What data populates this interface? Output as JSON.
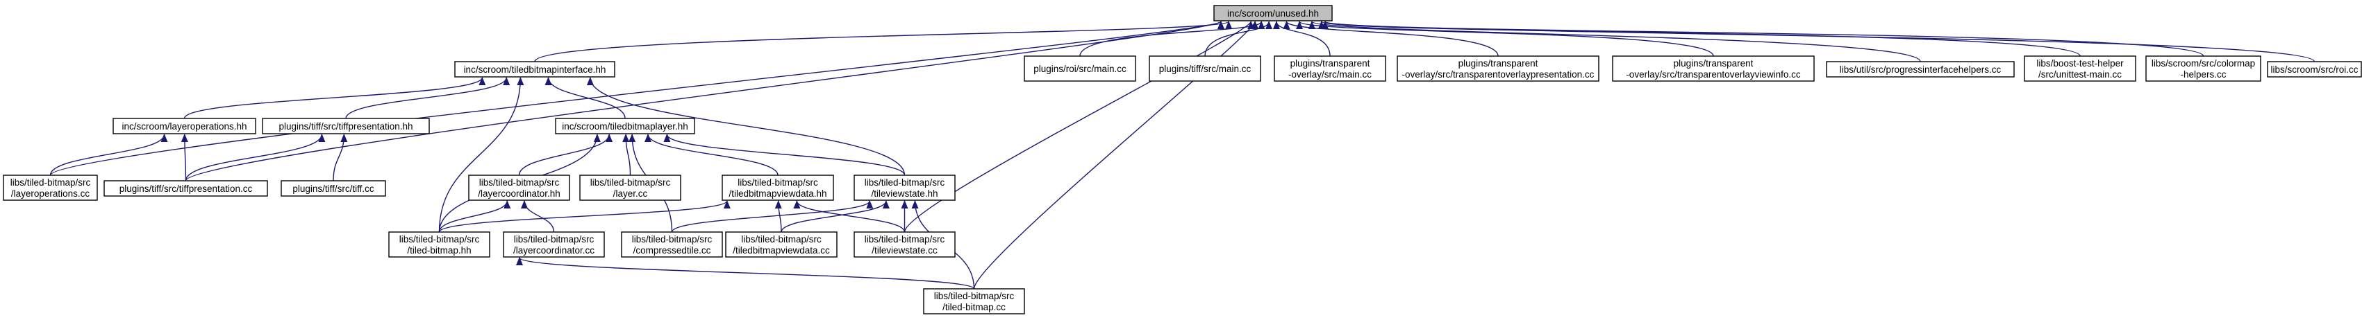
{
  "graph": {
    "edge_color": "#191970",
    "root_fill": "#bfbfbf",
    "nodes": [
      {
        "id": "unused",
        "lines": [
          "inc/scroom/unused.hh"
        ],
        "root": true
      },
      {
        "id": "tbi",
        "lines": [
          "inc/scroom/tiledbitmapinterface.hh"
        ]
      },
      {
        "id": "roi_main",
        "lines": [
          "plugins/roi/src/main.cc"
        ]
      },
      {
        "id": "tiff_main",
        "lines": [
          "plugins/tiff/src/main.cc"
        ]
      },
      {
        "id": "to_main",
        "lines": [
          "plugins/transparent",
          "-overlay/src/main.cc"
        ]
      },
      {
        "id": "to_pres",
        "lines": [
          "plugins/transparent",
          "-overlay/src/transparentoverlaypresentation.cc"
        ]
      },
      {
        "id": "to_vi",
        "lines": [
          "plugins/transparent",
          "-overlay/src/transparentoverlayviewinfo.cc"
        ]
      },
      {
        "id": "pih",
        "lines": [
          "libs/util/src/progressinterfacehelpers.cc"
        ]
      },
      {
        "id": "bth",
        "lines": [
          "libs/boost-test-helper",
          "/src/unittest-main.cc"
        ]
      },
      {
        "id": "colormap",
        "lines": [
          "libs/scroom/src/colormap",
          "-helpers.cc"
        ]
      },
      {
        "id": "roi_cc",
        "lines": [
          "libs/scroom/src/roi.cc"
        ]
      },
      {
        "id": "layerops_hh",
        "lines": [
          "inc/scroom/layeroperations.hh"
        ]
      },
      {
        "id": "tiffpres_hh",
        "lines": [
          "plugins/tiff/src/tiffpresentation.hh"
        ]
      },
      {
        "id": "tbl",
        "lines": [
          "inc/scroom/tiledbitmaplayer.hh"
        ]
      },
      {
        "id": "layerops_cc",
        "lines": [
          "libs/tiled-bitmap/src",
          "/layeroperations.cc"
        ]
      },
      {
        "id": "tiffpres_cc",
        "lines": [
          "plugins/tiff/src/tiffpresentation.cc"
        ]
      },
      {
        "id": "tiff_cc",
        "lines": [
          "plugins/tiff/src/tiff.cc"
        ]
      },
      {
        "id": "lc_hh",
        "lines": [
          "libs/tiled-bitmap/src",
          "/layercoordinator.hh"
        ]
      },
      {
        "id": "layer_cc",
        "lines": [
          "libs/tiled-bitmap/src",
          "/layer.cc"
        ]
      },
      {
        "id": "tbvd_hh",
        "lines": [
          "libs/tiled-bitmap/src",
          "/tiledbitmapviewdata.hh"
        ]
      },
      {
        "id": "tvs_hh",
        "lines": [
          "libs/tiled-bitmap/src",
          "/tileviewstate.hh"
        ]
      },
      {
        "id": "tb_hh",
        "lines": [
          "libs/tiled-bitmap/src",
          "/tiled-bitmap.hh"
        ]
      },
      {
        "id": "lc_cc",
        "lines": [
          "libs/tiled-bitmap/src",
          "/layercoordinator.cc"
        ]
      },
      {
        "id": "ct_cc",
        "lines": [
          "libs/tiled-bitmap/src",
          "/compressedtile.cc"
        ]
      },
      {
        "id": "tbvd_cc",
        "lines": [
          "libs/tiled-bitmap/src",
          "/tiledbitmapviewdata.cc"
        ]
      },
      {
        "id": "tvs_cc",
        "lines": [
          "libs/tiled-bitmap/src",
          "/tileviewstate.cc"
        ]
      },
      {
        "id": "tb_cc",
        "lines": [
          "libs/tiled-bitmap/src",
          "/tiled-bitmap.cc"
        ]
      }
    ],
    "edges": [
      [
        "tbi",
        "unused"
      ],
      [
        "roi_main",
        "unused"
      ],
      [
        "tiff_main",
        "unused"
      ],
      [
        "to_main",
        "unused"
      ],
      [
        "to_pres",
        "unused"
      ],
      [
        "to_vi",
        "unused"
      ],
      [
        "pih",
        "unused"
      ],
      [
        "bth",
        "unused"
      ],
      [
        "colormap",
        "unused"
      ],
      [
        "roi_cc",
        "unused"
      ],
      [
        "layerops_cc",
        "unused"
      ],
      [
        "tiffpres_cc",
        "unused"
      ],
      [
        "tvs_cc",
        "unused"
      ],
      [
        "tb_cc",
        "unused"
      ],
      [
        "layerops_hh",
        "tbi"
      ],
      [
        "tiffpres_hh",
        "tbi"
      ],
      [
        "tbl",
        "tbi"
      ],
      [
        "tvs_hh",
        "tbi"
      ],
      [
        "tb_hh",
        "tbi"
      ],
      [
        "layerops_cc",
        "layerops_hh"
      ],
      [
        "tiffpres_cc",
        "layerops_hh"
      ],
      [
        "tiffpres_cc",
        "tiffpres_hh"
      ],
      [
        "tiff_cc",
        "tiffpres_hh"
      ],
      [
        "lc_hh",
        "tbl"
      ],
      [
        "layer_cc",
        "tbl"
      ],
      [
        "tbvd_hh",
        "tbl"
      ],
      [
        "tvs_hh",
        "tbl"
      ],
      [
        "tb_hh",
        "tbl"
      ],
      [
        "ct_cc",
        "tbl"
      ],
      [
        "tb_hh",
        "lc_hh"
      ],
      [
        "lc_cc",
        "lc_hh"
      ],
      [
        "tb_hh",
        "tbvd_hh"
      ],
      [
        "tbvd_cc",
        "tbvd_hh"
      ],
      [
        "tvs_cc",
        "tbvd_hh"
      ],
      [
        "ct_cc",
        "tvs_hh"
      ],
      [
        "tbvd_cc",
        "tvs_hh"
      ],
      [
        "tvs_cc",
        "tvs_hh"
      ],
      [
        "tb_cc",
        "tvs_hh"
      ],
      [
        "tb_cc",
        "tb_hh"
      ]
    ]
  }
}
